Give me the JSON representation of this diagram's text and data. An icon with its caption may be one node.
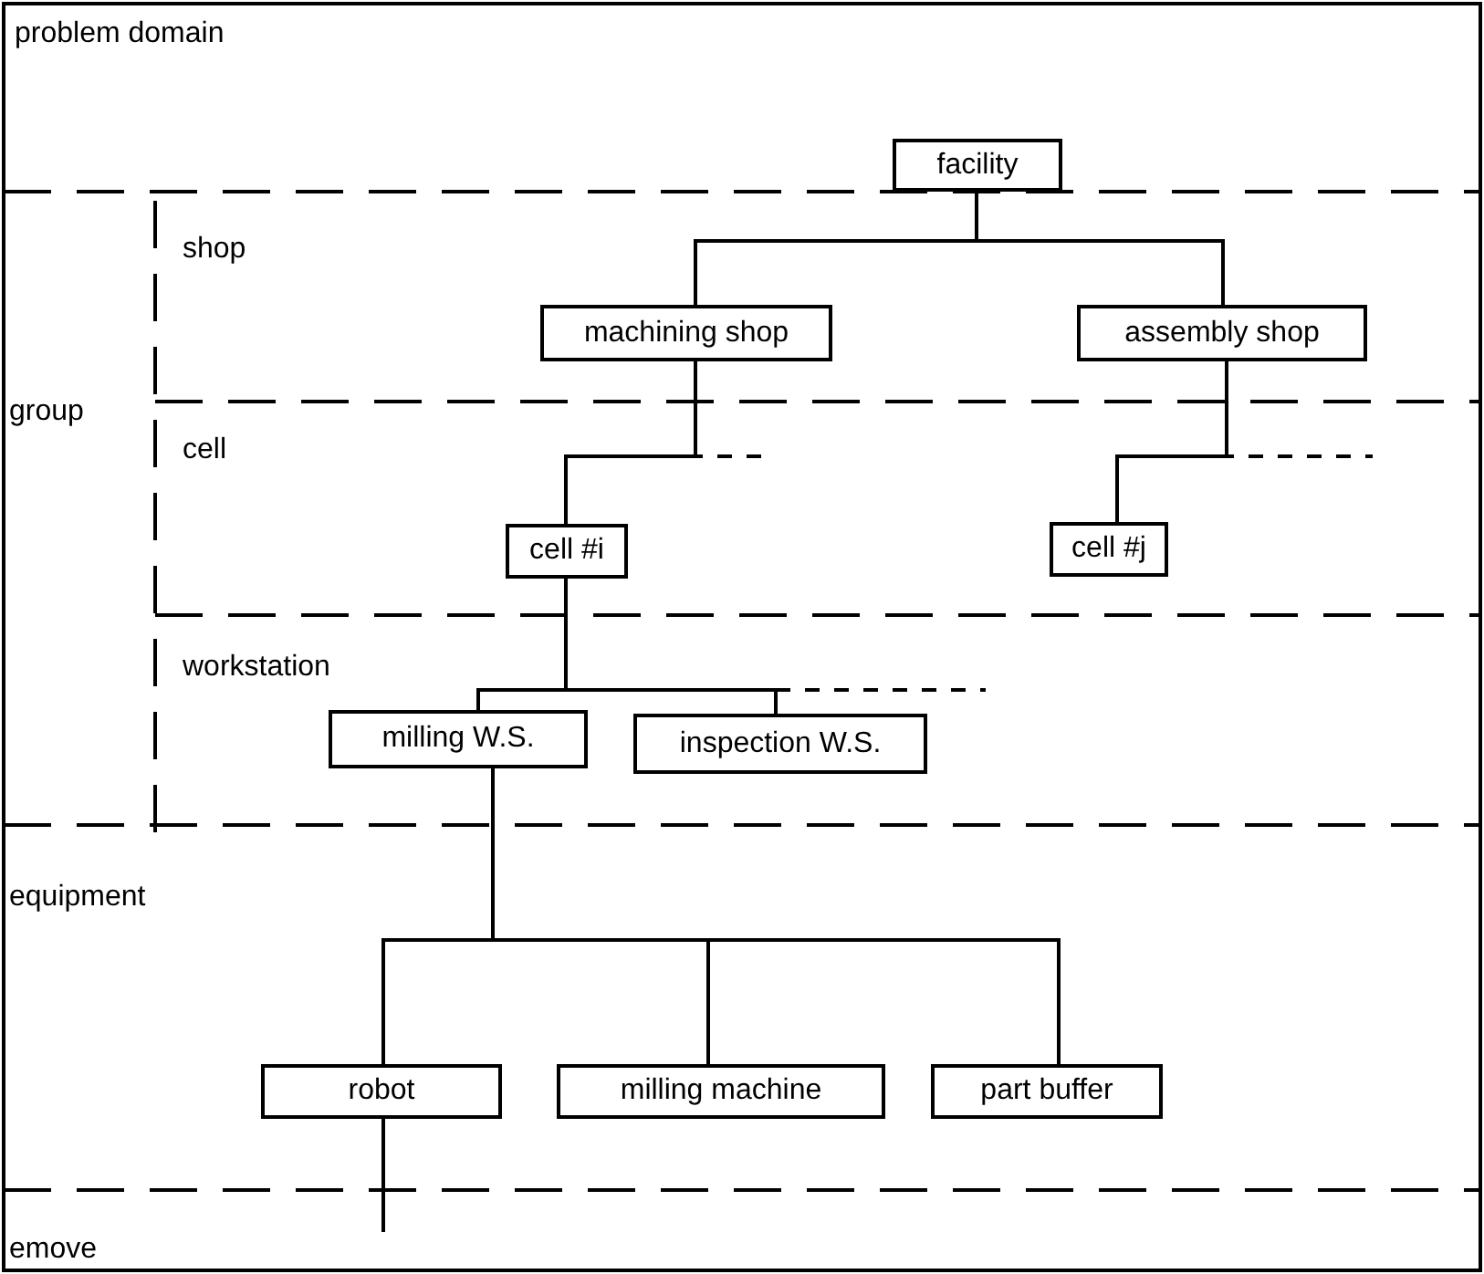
{
  "diagram": {
    "nodes": [
      {
        "text": [
          "facility"
        ]
      },
      {
        "text": [
          "machining shop"
        ]
      },
      {
        "text": [
          "assembly shop"
        ]
      },
      {
        "text": [
          "cell #i"
        ]
      },
      {
        "text": [
          "cell #j"
        ]
      },
      {
        "text": [
          "milling W.S."
        ]
      },
      {
        "text": [
          "inspection W.S."
        ]
      },
      {
        "text": [
          "robot"
        ]
      },
      {
        "text": [
          "milling machine"
        ]
      },
      {
        "text": [
          "part buffer"
        ]
      }
    ],
    "edges": [
      {
        "from": 0,
        "to": 1,
        "arrow": "none"
      },
      {
        "from": 0,
        "to": 2,
        "arrow": "none"
      },
      {
        "from": 1,
        "to": 3,
        "arrow": "none"
      },
      {
        "from": 1,
        "to": null,
        "arrow": "none",
        "style": "dashed"
      },
      {
        "from": 2,
        "to": 4,
        "arrow": "none"
      },
      {
        "from": 2,
        "to": null,
        "arrow": "none",
        "style": "dashed"
      },
      {
        "from": 3,
        "to": 5,
        "arrow": "none"
      },
      {
        "from": 3,
        "to": 6,
        "arrow": "none"
      },
      {
        "from": 3,
        "to": null,
        "arrow": "none",
        "style": "dashed"
      },
      {
        "from": 5,
        "to": 7,
        "arrow": "none"
      },
      {
        "from": 5,
        "to": 8,
        "arrow": "none"
      },
      {
        "from": 5,
        "to": 9,
        "arrow": "none"
      },
      {
        "from": 7,
        "to": null,
        "arrow": "none"
      }
    ],
    "labels": [
      "problem domain",
      "shop",
      "group",
      "cell",
      "workstation",
      "equipment",
      "emove"
    ]
  }
}
